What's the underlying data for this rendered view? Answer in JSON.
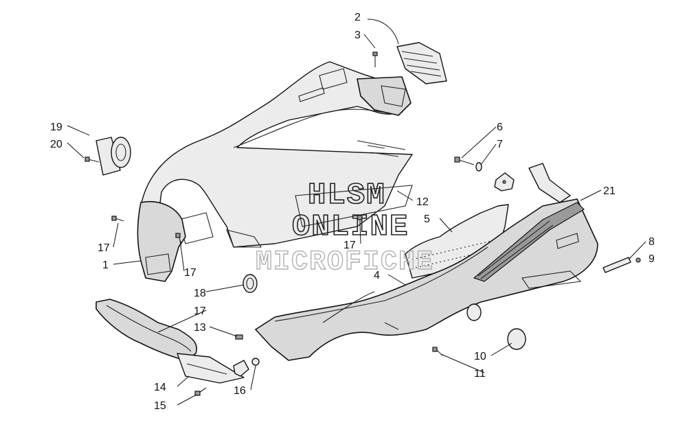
{
  "watermark": {
    "line1": "HLSM",
    "line2": "ONLINE",
    "line3": "MICROFICHE"
  },
  "callouts": {
    "c1": "1",
    "c2": "2",
    "c3": "3",
    "c4": "4",
    "c5": "5",
    "c6": "6",
    "c7": "7",
    "c8": "8",
    "c9": "9",
    "c10": "10",
    "c11": "11",
    "c12": "12",
    "c13": "13",
    "c14": "14",
    "c15": "15",
    "c16": "16",
    "c17a": "17",
    "c17b": "17",
    "c17c": "17",
    "c17d": "17",
    "c18": "18",
    "c19": "19",
    "c20": "20",
    "c21": "21"
  }
}
